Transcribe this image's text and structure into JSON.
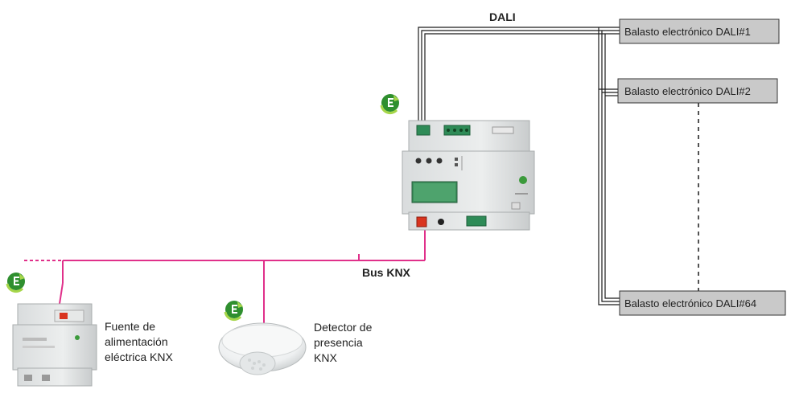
{
  "labels": {
    "dali": "DALI",
    "bus_knx": "Bus KNX",
    "power_supply": [
      "Fuente de",
      "alimentación",
      "eléctrica KNX"
    ],
    "presence_detector": [
      "Detector de",
      "presencia",
      "KNX"
    ]
  },
  "ballasts": [
    "Balasto electrónico DALI#1",
    "Balasto electrónico DALI#2",
    "Balasto electrónico DALI#64"
  ],
  "colors": {
    "knx_bus": "#e0308a",
    "dali_line": "#1a1a1a",
    "ballast_fill": "#c9c9c9",
    "badge_green": "#2f8f2f"
  },
  "icons": [
    "eco-badge-icon",
    "dali-gateway-device",
    "power-supply-device",
    "presence-detector-device"
  ]
}
